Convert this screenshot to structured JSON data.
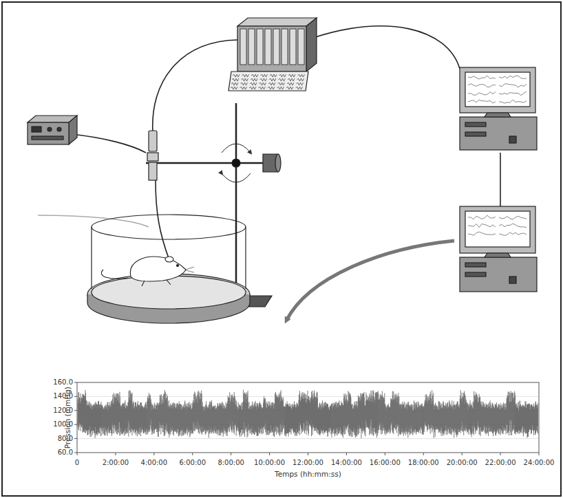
{
  "diagram": {
    "labels": [
      "160.0",
      "140.0",
      "120.0",
      "100.0",
      "80.0",
      "60.0",
      "Pression (mmHg)",
      "0",
      "2:00:00",
      "4:00:00",
      "6:00:00",
      "8:00:00",
      "10:00:00",
      "12:00:00",
      "14:00:00",
      "16:00:00",
      "18:00:00",
      "20:00:00",
      "22:00:00",
      "24:00:00",
      "Temps (hh:mm:ss)"
    ]
  }
}
